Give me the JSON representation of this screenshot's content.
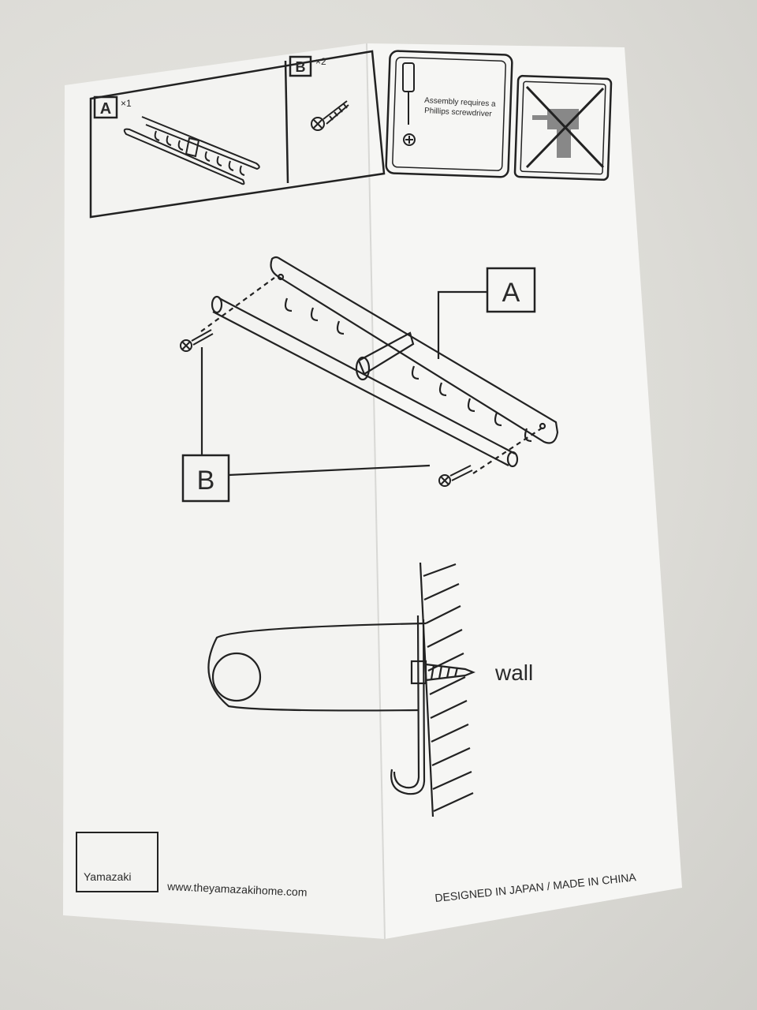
{
  "parts": {
    "a": {
      "letter": "A",
      "qty": "×1"
    },
    "b": {
      "letter": "B",
      "qty": "×2"
    }
  },
  "notice": {
    "line1": "Assembly requires a",
    "line2": "Phillips screwdriver"
  },
  "diagram": {
    "label_a": "A",
    "label_b": "B",
    "wall_label": "wall"
  },
  "footer": {
    "brand": "Yamazaki",
    "website": "www.theyamazakihome.com",
    "origin": "DESIGNED IN JAPAN / MADE IN CHINA"
  },
  "icons": [
    "screwdriver-icon",
    "no-power-drill-icon",
    "screw-icon",
    "hook-rail-icon"
  ]
}
